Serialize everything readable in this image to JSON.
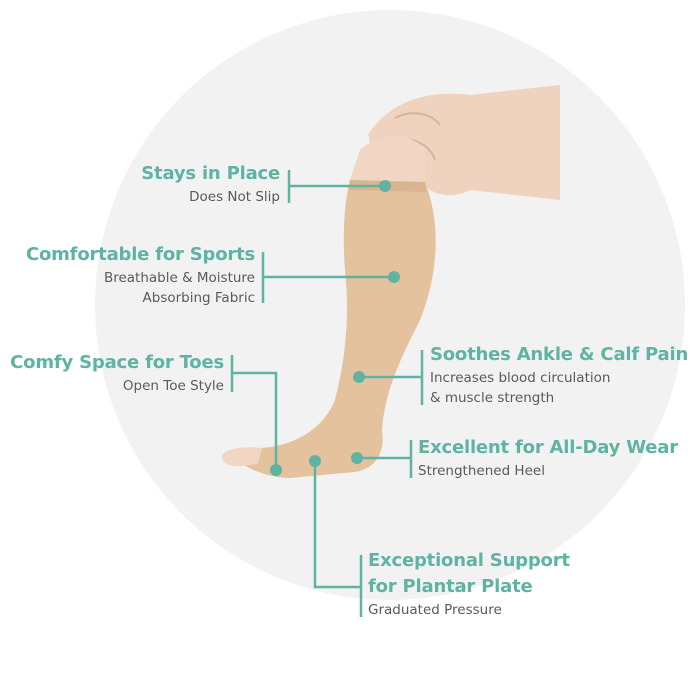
{
  "colors": {
    "accent": "#5fb3a3",
    "text": "#5a5a5a",
    "backdrop": "#f2f2f2",
    "stocking": "#e3c29d",
    "skin": "#f2d6c4"
  },
  "features": [
    {
      "title": "Stays in Place",
      "subtitle": [
        "Does Not Slip"
      ]
    },
    {
      "title": "Comfortable for Sports",
      "subtitle": [
        "Breathable & Moisture",
        "Absorbing Fabric"
      ]
    },
    {
      "title": "Comfy Space for Toes",
      "subtitle": [
        "Open Toe Style"
      ]
    },
    {
      "title": "Soothes Ankle & Calf Pain",
      "subtitle": [
        "Increases blood circulation",
        "& muscle strength"
      ]
    },
    {
      "title": "Excellent for All-Day Wear",
      "subtitle": [
        "Strengthened Heel"
      ]
    },
    {
      "title": [
        "Exceptional Support",
        "for Plantar Plate"
      ],
      "subtitle": [
        "Graduated Pressure"
      ]
    }
  ]
}
